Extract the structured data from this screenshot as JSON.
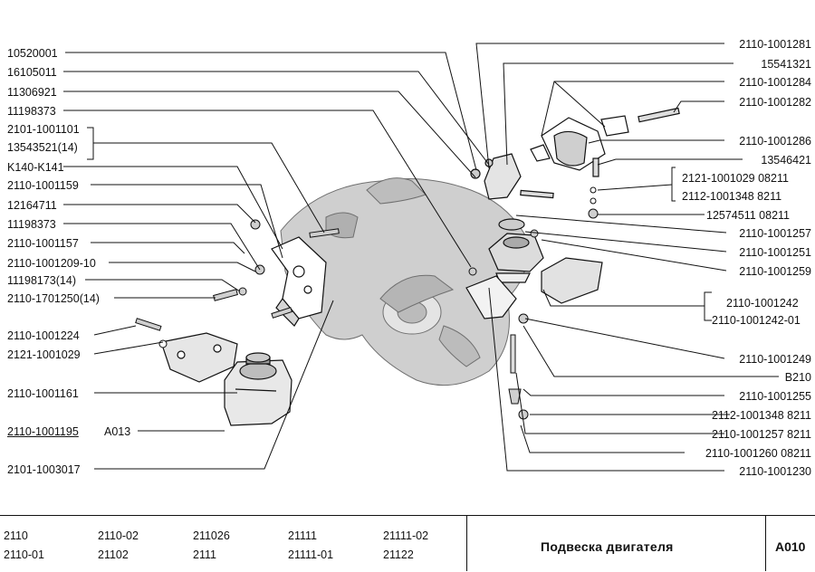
{
  "labels_left": [
    "10520001",
    "16105011",
    "11306921",
    "11198373",
    "2101-1001101",
    "13543521(14)",
    "K140-K141",
    "2110-1001159",
    "12164711",
    "11198373",
    "2110-1001157",
    "2110-1001209-10",
    "11198173(14)",
    "2110-1701250(14)",
    "2110-1001224",
    "2121-1001029",
    "2110-1001161",
    "2110-1001195",
    "A013",
    "2101-1003017"
  ],
  "labels_right": [
    "2110-1001281",
    "15541321",
    "2110-1001284",
    "2110-1001282",
    "2110-1001286",
    "13546421",
    "2121-1001029  08211",
    "2112-1001348    8211",
    "12574511  08211",
    "2110-1001257",
    "2110-1001251",
    "2110-1001259",
    "2110-1001242",
    "2110-1001242-01",
    "2110-1001249",
    "B210",
    "2110-1001255",
    "2112-1001348  8211",
    "2110-1001257  8211",
    "2110-1001260  08211",
    "2110-1001230"
  ],
  "footer": {
    "models": [
      [
        "2110",
        "2110-02",
        "211026",
        "21111",
        "21111-02"
      ],
      [
        "2110-01",
        "21102",
        "2111",
        "21111-01",
        "21122"
      ]
    ],
    "title": "Подвеска двигателя",
    "code": "A010"
  }
}
